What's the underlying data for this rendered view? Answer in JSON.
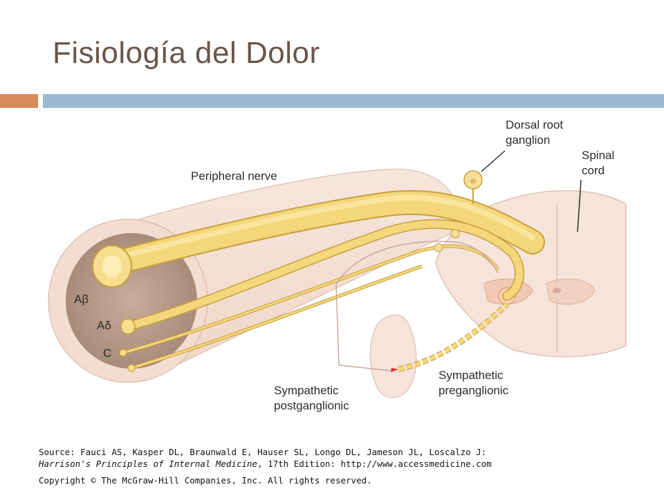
{
  "slide": {
    "title": "Fisiología del Dolor"
  },
  "diagram": {
    "labels": {
      "dorsal_root_1": "Dorsal root",
      "dorsal_root_2": "ganglion",
      "spinal_1": "Spinal",
      "spinal_2": "cord",
      "peripheral": "Peripheral nerve",
      "abeta": "Aβ",
      "adelta": "Aδ",
      "c_fiber": "C",
      "symp_post_1": "Sympathetic",
      "symp_post_2": "postganglionic",
      "symp_pre_1": "Sympathetic",
      "symp_pre_2": "preganglionic"
    }
  },
  "source": {
    "line1": "Source: Fauci AS, Kasper DL, Braunwald E, Hauser SL, Longo DL, Jameson JL, Loscalzo J:",
    "line2_italic": "Harrison's Principles of Internal Medicine",
    "line2_rest": ", 17th Edition: http://www.accessmedicine.com",
    "copyright": "Copyright © The McGraw-Hill Companies, Inc. All rights reserved."
  },
  "colors": {
    "title": "#6a5549",
    "accent_orange": "#d98a5b",
    "accent_blue": "#9bb8d3",
    "fiber_yellow": "#f3d77a",
    "nerve_pink": "#f3e0d4"
  }
}
